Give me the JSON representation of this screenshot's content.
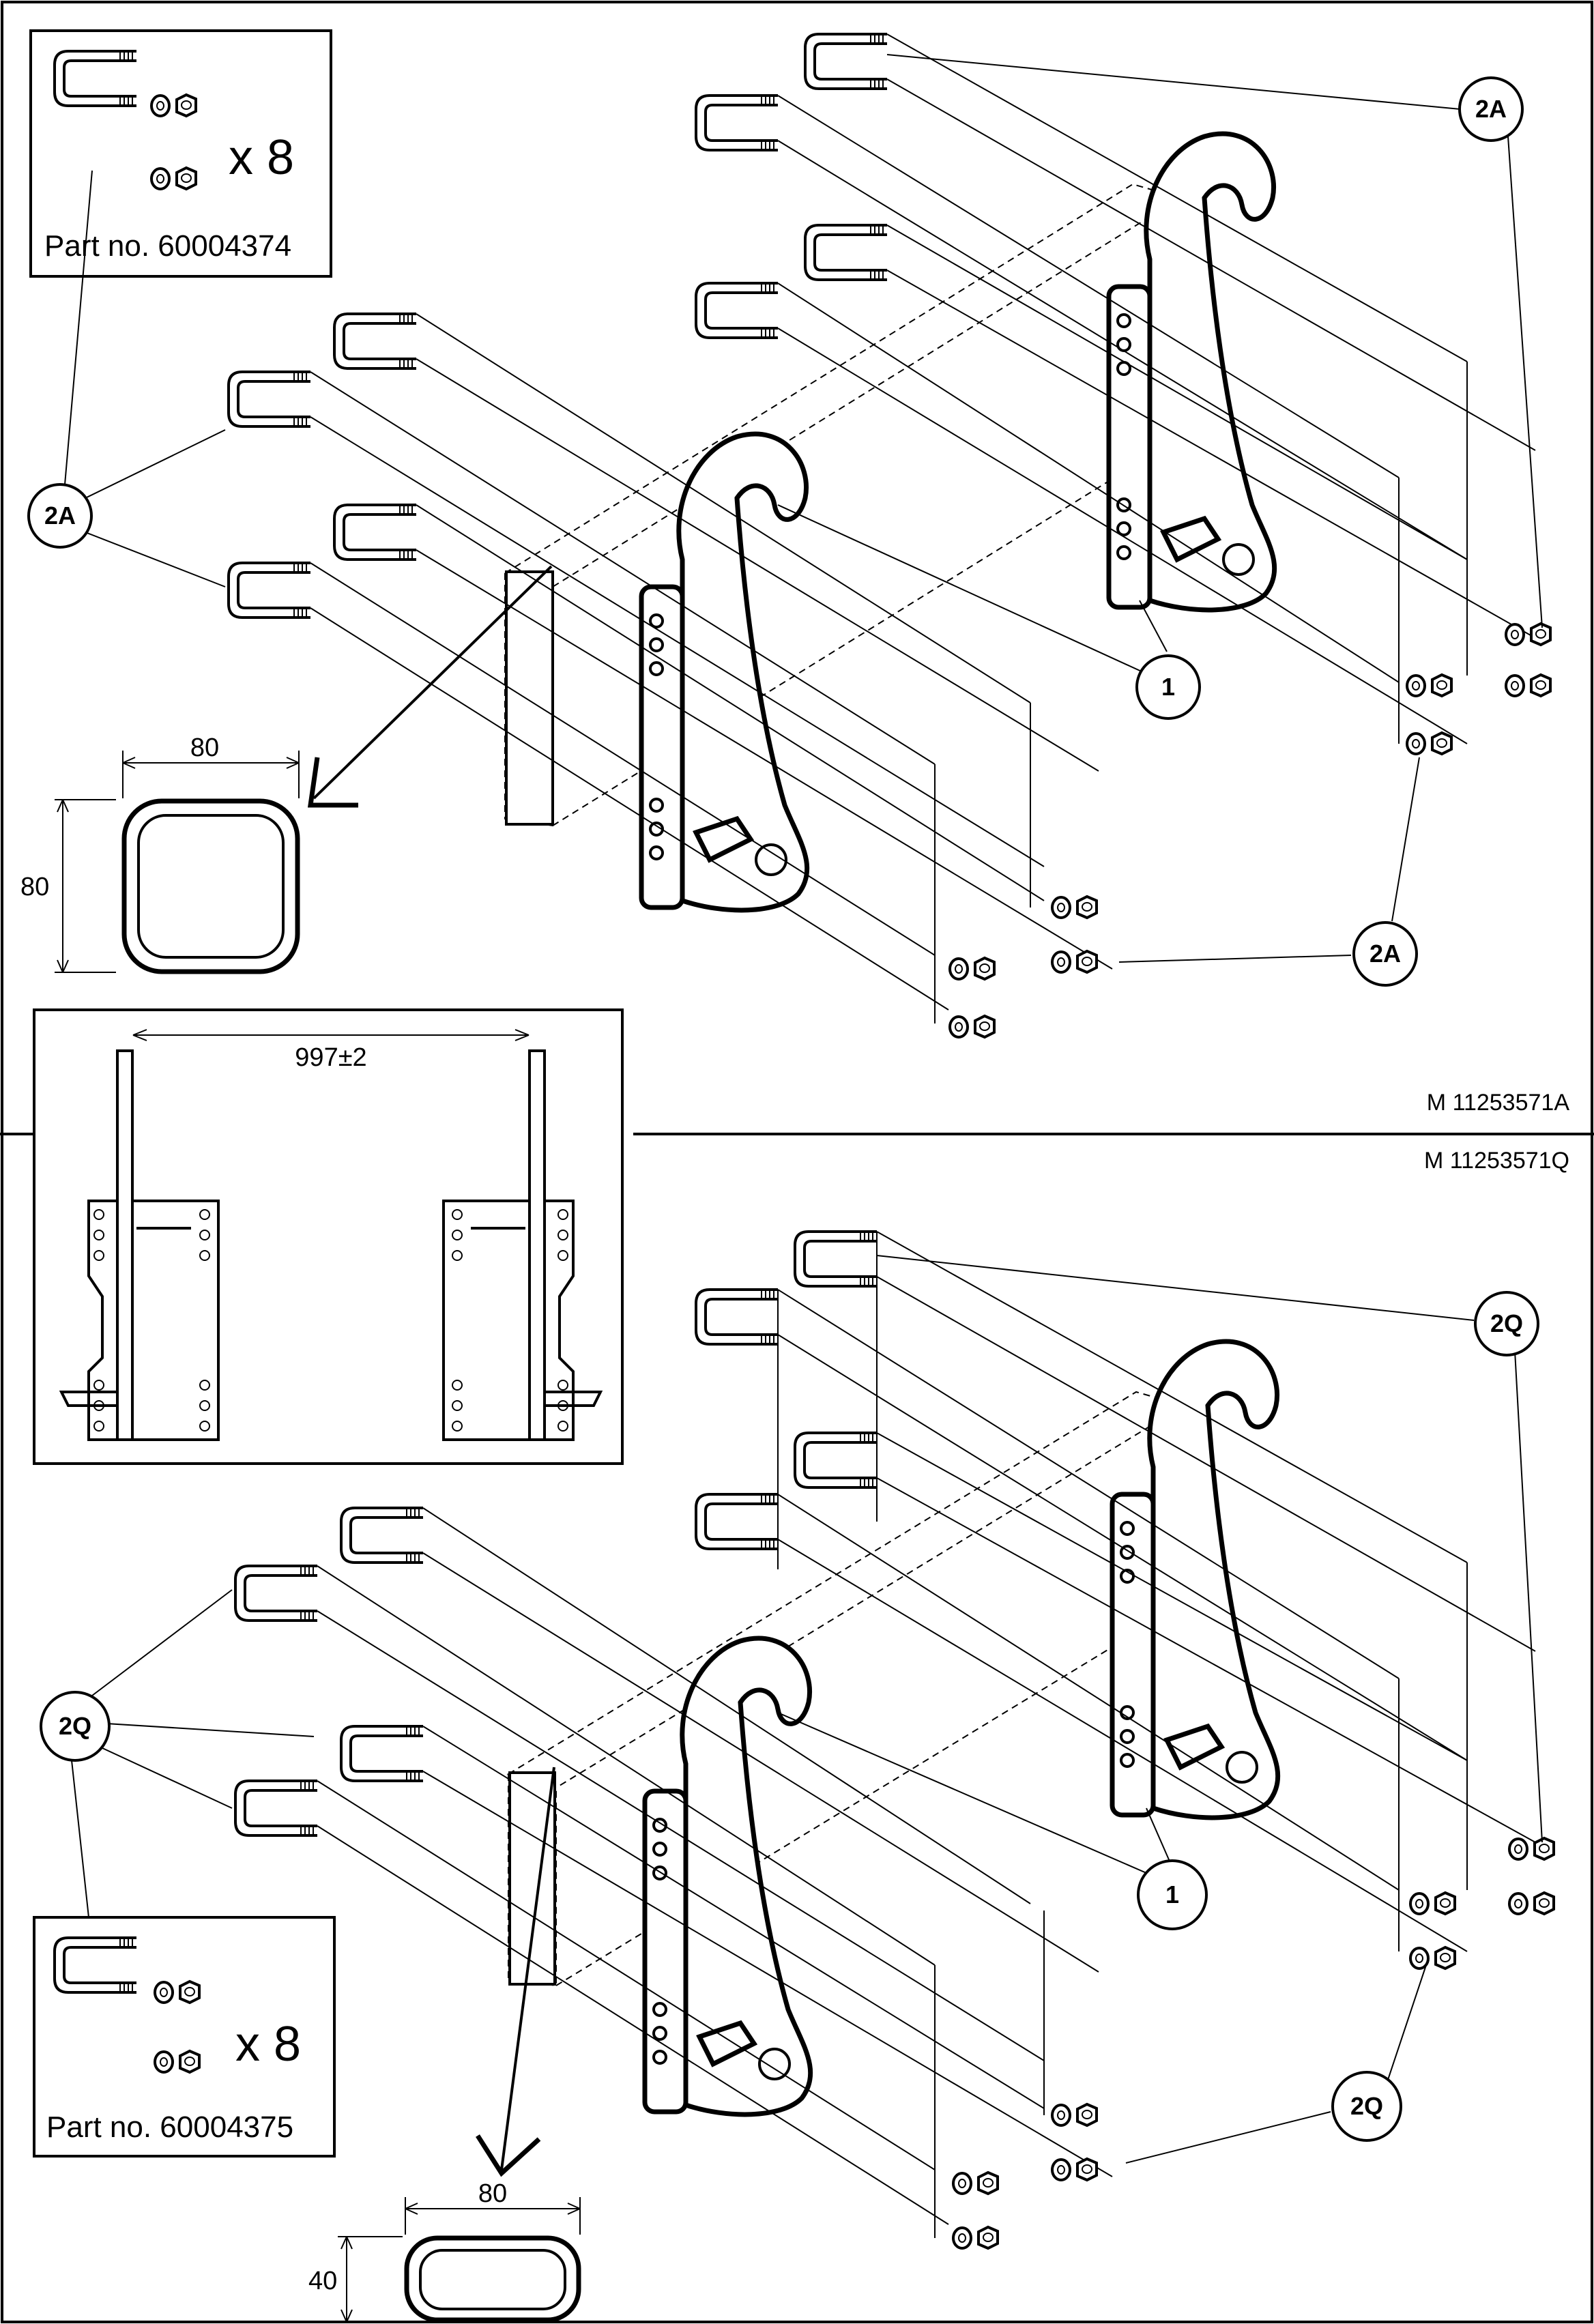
{
  "top_panel": {
    "kit_box": {
      "part_label": "Part no. 60004374",
      "quantity": "x 8"
    },
    "callouts": {
      "kit": "2A",
      "frame": "1"
    },
    "profile": {
      "width_dim": "80",
      "height_dim": "80"
    },
    "drawing_ref": "M 11253571A"
  },
  "detail_view": {
    "spacing_dim": "997±2"
  },
  "bottom_panel": {
    "kit_box": {
      "part_label": "Part no. 60004375",
      "quantity": "x 8"
    },
    "callouts": {
      "kit": "2Q",
      "frame": "1"
    },
    "profile": {
      "width_dim": "80",
      "height_dim": "40"
    },
    "drawing_ref": "M 11253571Q"
  },
  "colors": {
    "line": "#000000",
    "background": "#ffffff"
  }
}
